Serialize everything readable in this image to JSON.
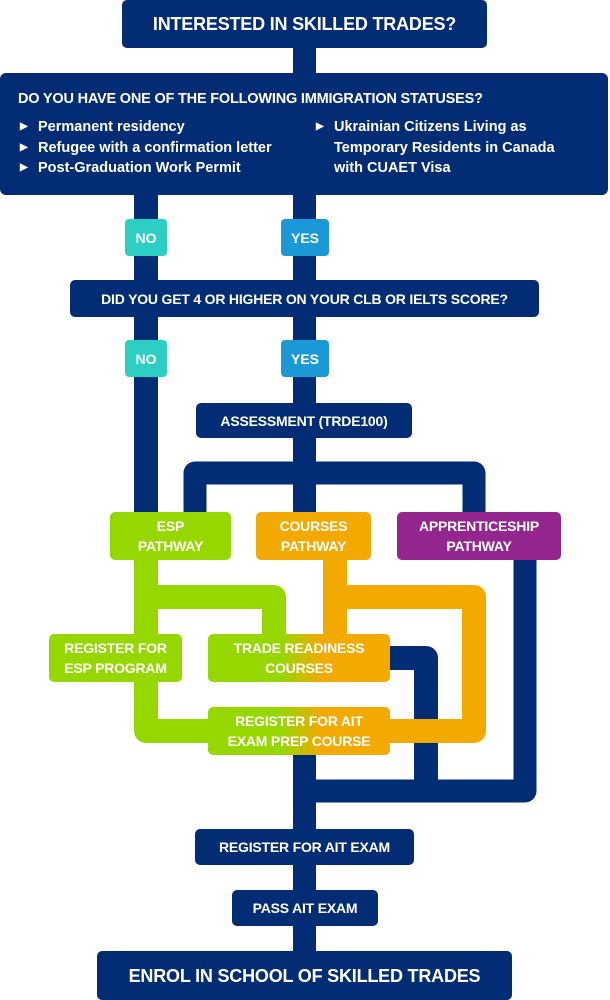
{
  "start": "INTERESTED IN SKILLED TRADES?",
  "immigration": {
    "question": "DO YOU HAVE ONE OF THE FOLLOWING IMMIGRATION STATUSES?",
    "statuses": [
      "Permanent residency",
      "Refugee with a confirmation letter",
      "Post-Graduation Work Permit"
    ],
    "status_4_lines": [
      "Ukrainian Citizens Living as",
      "Temporary Residents in Canada",
      "with CUAET Visa"
    ]
  },
  "answers": {
    "no": "NO",
    "yes": "YES"
  },
  "language_question": "DID YOU GET 4 OR HIGHER ON YOUR CLB OR IELTS SCORE?",
  "assessment": "ASSESSMENT (TRDE100)",
  "pathways": {
    "esp": [
      "ESP",
      "PATHWAY"
    ],
    "courses": [
      "COURSES",
      "PATHWAY"
    ],
    "apprenticeship": [
      "APPRENTICESHIP",
      "PATHWAY"
    ]
  },
  "register_esp": [
    "REGISTER FOR",
    "ESP PROGRAM"
  ],
  "trade_readiness": [
    "TRADE READINESS",
    "COURSES"
  ],
  "exam_prep": [
    "REGISTER FOR AIT",
    "EXAM PREP COURSE"
  ],
  "register_exam": "REGISTER FOR AIT EXAM",
  "pass_exam": "PASS AIT EXAM",
  "enrol": "ENROL IN SCHOOL OF SKILLED TRADES",
  "colors": {
    "navy": "#022c73",
    "green": "#97d700",
    "orange": "#f2a900",
    "purple": "#93278f",
    "no": "#2dcfc4",
    "yes": "#1b99d7"
  }
}
